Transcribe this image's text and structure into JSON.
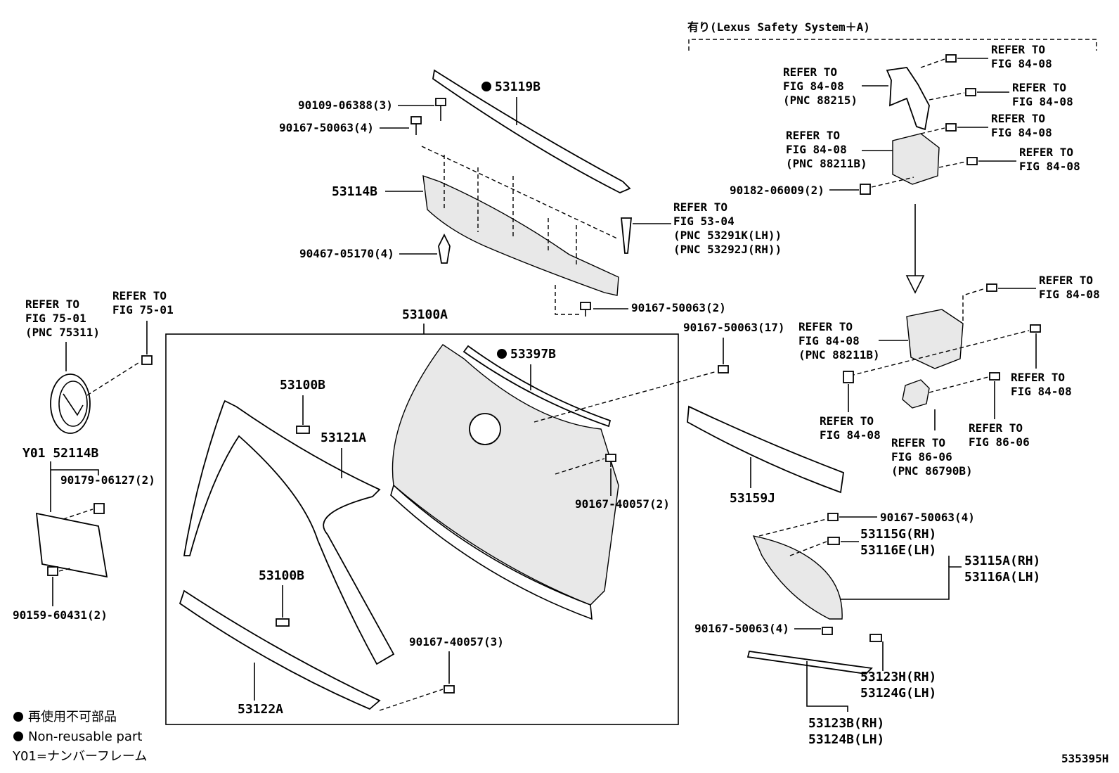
{
  "header_note": "有り(Lexus Safety System＋A)",
  "labels": {
    "p53119B": "53119B",
    "p53114B": "53114B",
    "p90109": "90109-06388(3)",
    "p90167_4a": "90167-50063(4)",
    "p90467": "90467-05170(4)",
    "p90167_2a": "90167-50063(2)",
    "p53100A": "53100A",
    "p53397B": "53397B",
    "p53100B_a": "53100B",
    "p53121A": "53121A",
    "p53100B_b": "53100B",
    "p53122A": "53122A",
    "p90167_40057_2": "90167-40057(2)",
    "p90167_40057_3": "90167-40057(3)",
    "p90167_17": "90167-50063(17)",
    "p53159J": "53159J",
    "p90167_4b": "90167-50063(4)",
    "p53115G": "53115G(RH)",
    "p53116E": "53116E(LH)",
    "p53115A": "53115A(RH)",
    "p53116A": "53116A(LH)",
    "p90167_4c": "90167-50063(4)",
    "p53123H": "53123H(RH)",
    "p53124G": "53124G(LH)",
    "p53123B": "53123B(RH)",
    "p53124B": "53124B(LH)",
    "p90182": "90182-06009(2)",
    "pY01": "Y01 52114B",
    "p90179": "90179-06127(2)",
    "p90159": "90159-60431(2)",
    "diagram_id": "535395H"
  },
  "refer_blocks": {
    "r1": [
      "REFER TO",
      "FIG 84-08"
    ],
    "r2": [
      "REFER TO",
      "FIG 84-08",
      "(PNC 88215)"
    ],
    "r3": [
      "REFER TO",
      "FIG 84-08"
    ],
    "r4": [
      "REFER TO",
      "FIG 84-08"
    ],
    "r5": [
      "REFER TO",
      "FIG 84-08",
      "(PNC 88211B)"
    ],
    "r6": [
      "REFER TO",
      "FIG 84-08"
    ],
    "r7": [
      "REFER TO",
      "FIG 53-04",
      "(PNC 53291K(LH))",
      "(PNC 53292J(RH))"
    ],
    "r8": [
      "REFER TO",
      "FIG 75-01",
      "(PNC 75311)"
    ],
    "r9": [
      "REFER TO",
      "FIG 75-01"
    ],
    "r10": [
      "REFER TO",
      "FIG 84-08"
    ],
    "r11": [
      "REFER TO",
      "FIG 84-08",
      "(PNC 88211B)"
    ],
    "r12": [
      "REFER TO",
      "FIG 84-08"
    ],
    "r13": [
      "REFER TO",
      "FIG 84-08"
    ],
    "r14": [
      "REFER TO",
      "FIG 86-06",
      "(PNC 86790B)"
    ],
    "r15": [
      "REFER TO",
      "FIG 86-06"
    ]
  },
  "legend": {
    "line1": "再使用不可部品",
    "line2": "Non-reusable part",
    "line3": "Y01=ナンバーフレーム"
  }
}
